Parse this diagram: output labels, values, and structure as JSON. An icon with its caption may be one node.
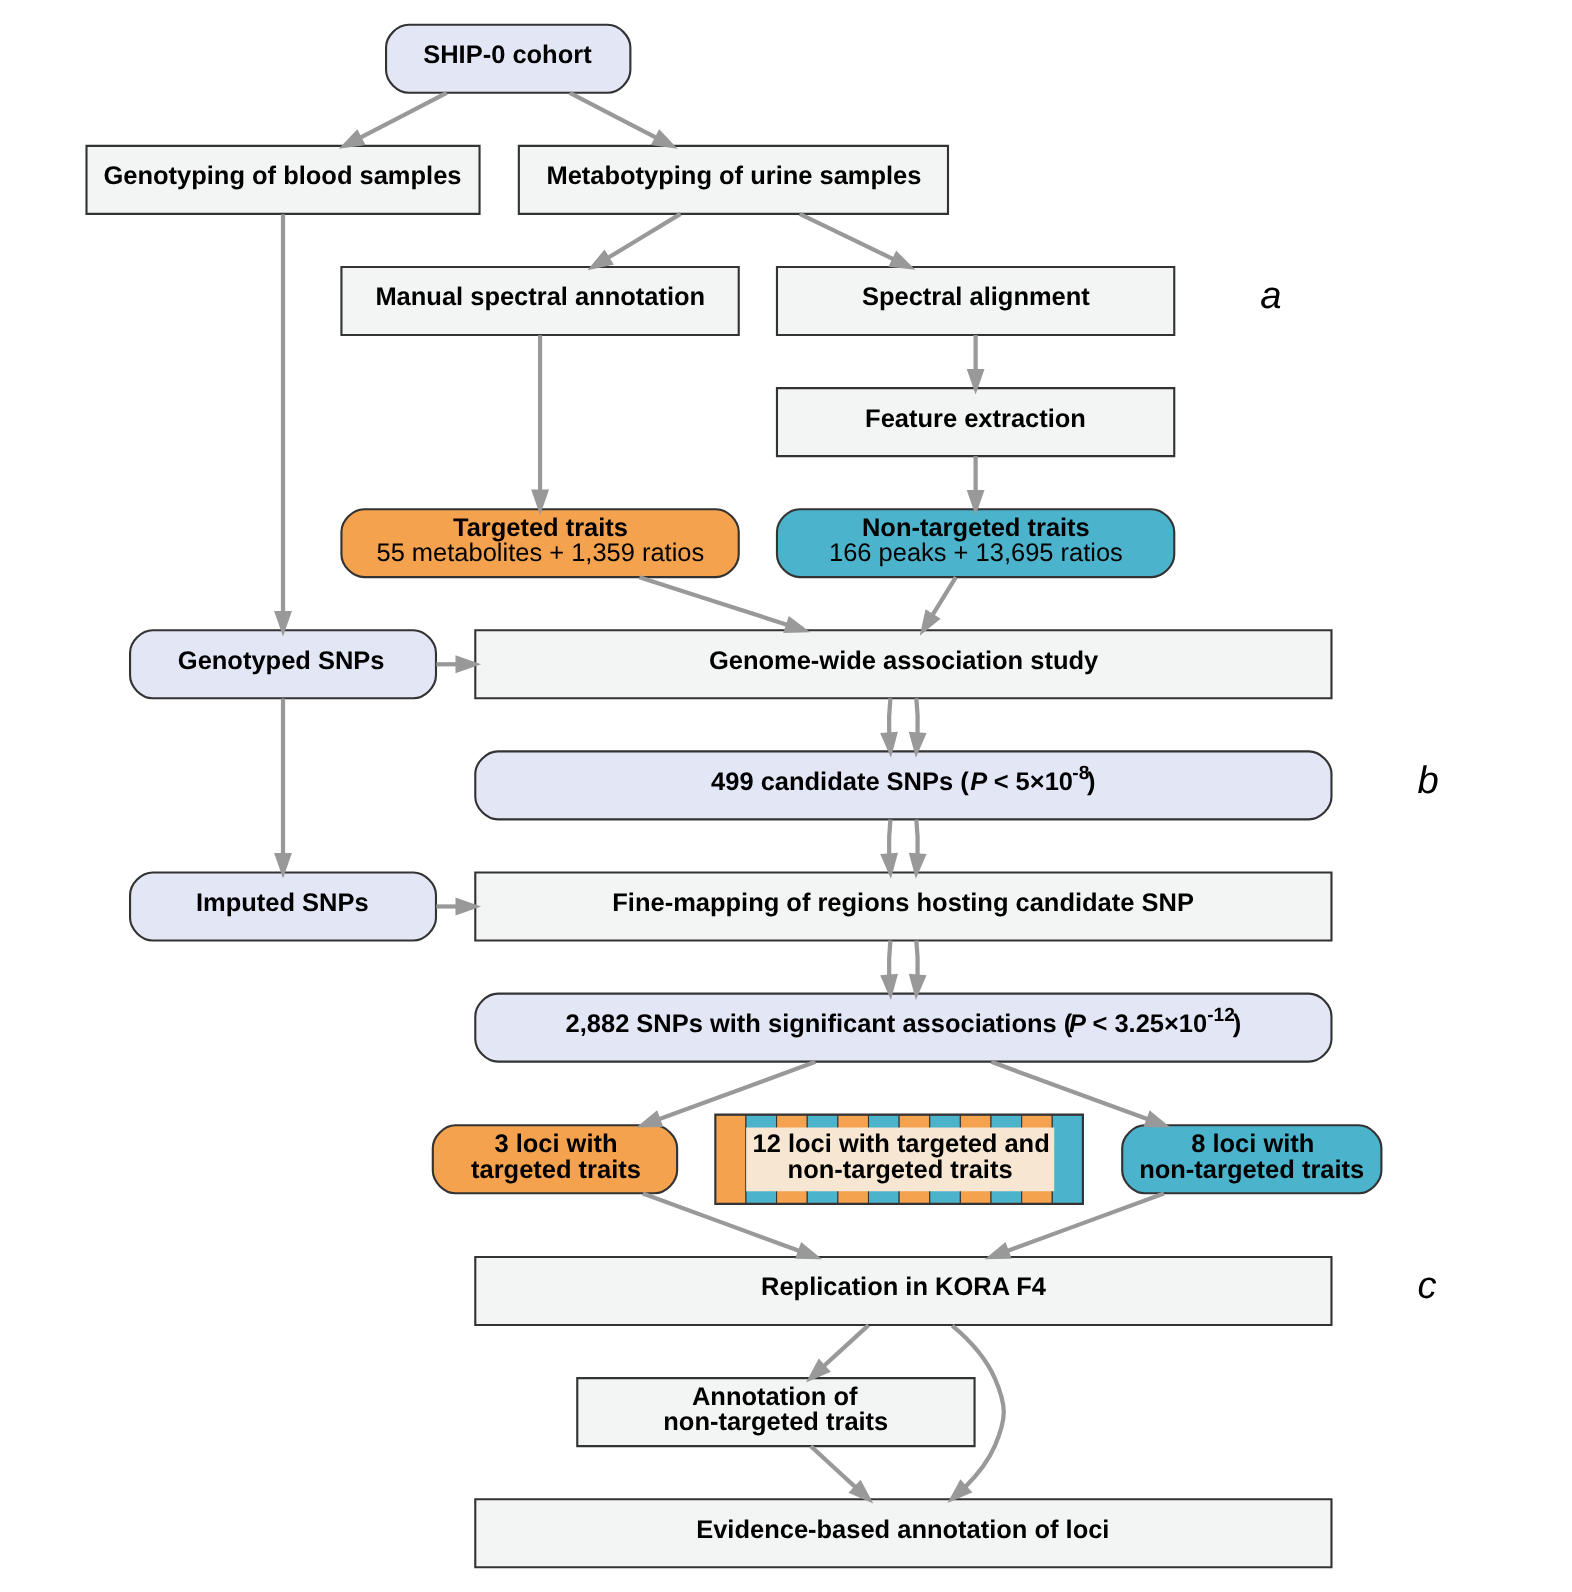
{
  "diagram": {
    "nodes": [
      {
        "text": [
          "SHIP-0 cohort"
        ]
      },
      {
        "text": [
          "Genotyping of blood samples"
        ]
      },
      {
        "text": [
          "Metabotyping of urine samples"
        ]
      },
      {
        "text": [
          "Manual spectral annotation"
        ]
      },
      {
        "text": [
          "Spectral alignment"
        ]
      },
      {
        "text": [
          "Feature extraction"
        ]
      },
      {
        "text": [
          "Targeted traits",
          "55 metabolites + 1,359 ratios"
        ]
      },
      {
        "text": [
          "Non-targeted traits",
          "166 peaks + 13,695 ratios"
        ]
      },
      {
        "text": [
          "Genotyped SNPs"
        ]
      },
      {
        "text": [
          "Genome-wide association study"
        ]
      },
      {
        "text": [
          "499 candidate SNPs (*P* < 5×10$^{-8}$)"
        ]
      },
      {
        "text": [
          "Imputed SNPs"
        ]
      },
      {
        "text": [
          "Fine-mapping of regions hosting candidate SNP"
        ]
      },
      {
        "text": [
          "2,882 SNPs with significant associations (*P* < 3.25×10$^{-12}$)"
        ]
      },
      {
        "text": [
          "3 loci with targeted traits"
        ]
      },
      {
        "text": [
          "12 loci with targeted and non-targeted traits"
        ]
      },
      {
        "text": [
          "8 loci with non-targeted traits"
        ]
      },
      {
        "text": [
          "Replication in KORA F4"
        ]
      },
      {
        "text": [
          "Annotation of non-targeted traits"
        ]
      },
      {
        "text": [
          "Evidence-based annotation of loci"
        ]
      }
    ],
    "edges": [
      {
        "from": 0,
        "to": 1,
        "arrow": "to"
      },
      {
        "from": 0,
        "to": 2,
        "arrow": "to"
      },
      {
        "from": 2,
        "to": 3,
        "arrow": "to"
      },
      {
        "from": 2,
        "to": 4,
        "arrow": "to"
      },
      {
        "from": 4,
        "to": 5,
        "arrow": "to"
      },
      {
        "from": 3,
        "to": 6,
        "arrow": "to"
      },
      {
        "from": 5,
        "to": 7,
        "arrow": "to"
      },
      {
        "from": 1,
        "to": 8,
        "arrow": "to"
      },
      {
        "from": 6,
        "to": 9,
        "arrow": "to"
      },
      {
        "from": 7,
        "to": 9,
        "arrow": "to"
      },
      {
        "from": 8,
        "to": 9,
        "arrow": "to"
      },
      {
        "from": 9,
        "to": 10,
        "arrow": "to"
      },
      {
        "from": 9,
        "to": 10,
        "arrow": "to"
      },
      {
        "from": 8,
        "to": 11,
        "arrow": "to"
      },
      {
        "from": 10,
        "to": 12,
        "arrow": "to"
      },
      {
        "from": 10,
        "to": 12,
        "arrow": "to"
      },
      {
        "from": 11,
        "to": 12,
        "arrow": "to"
      },
      {
        "from": 12,
        "to": 13,
        "arrow": "to"
      },
      {
        "from": 12,
        "to": 13,
        "arrow": "to"
      },
      {
        "from": 13,
        "to": 14,
        "arrow": "to"
      },
      {
        "from": 13,
        "to": 16,
        "arrow": "to"
      },
      {
        "from": 14,
        "to": 17,
        "arrow": "to"
      },
      {
        "from": 16,
        "to": 17,
        "arrow": "to"
      },
      {
        "from": 17,
        "to": 19,
        "arrow": "to"
      },
      {
        "from": 17,
        "to": 18,
        "arrow": "to"
      },
      {
        "from": 18,
        "to": 19,
        "arrow": "to"
      }
    ],
    "labels": [
      "a",
      "b",
      "c"
    ]
  }
}
